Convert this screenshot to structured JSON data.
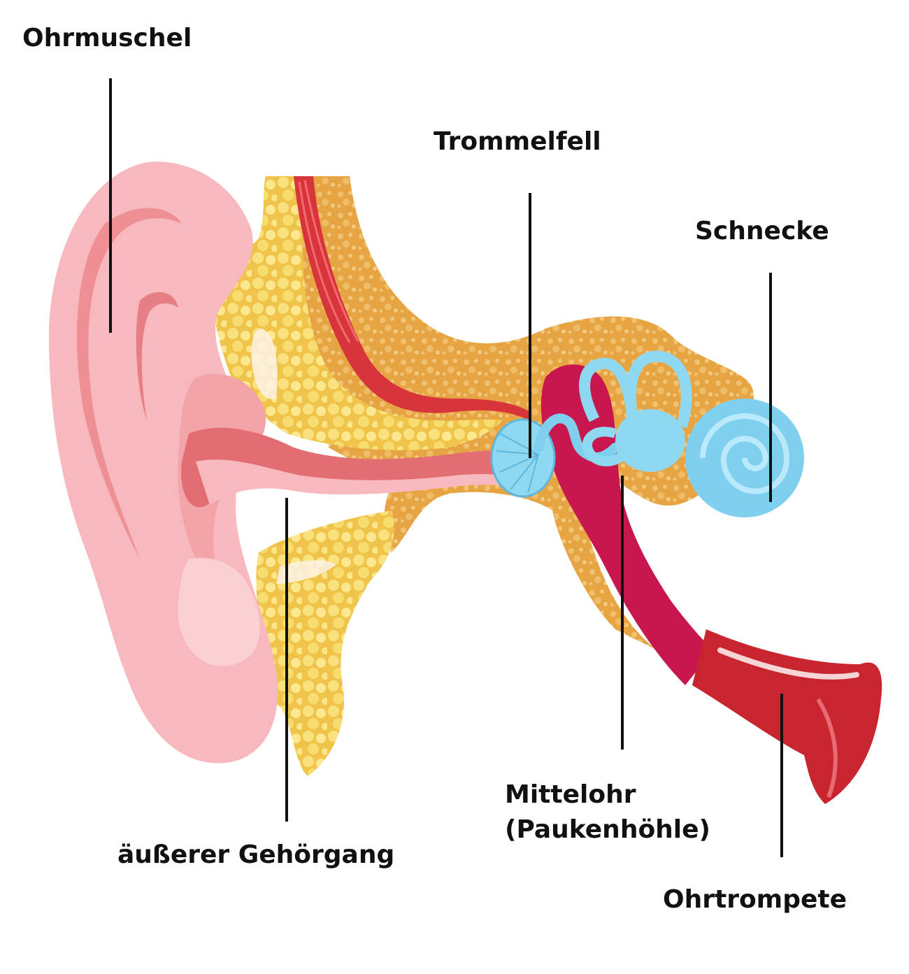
{
  "labels": {
    "pinna": "Ohrmuschel",
    "eardrum": "Trommelfell",
    "cochlea": "Schnecke",
    "ear_canal": "äußerer Gehörgang",
    "middle_ear_line1": "Mittelohr",
    "middle_ear_line2": "(Paukenhöhle)",
    "eustachian_tube": "Ohrtrompete"
  },
  "colors": {
    "pinna_skin": "#f7b9bd",
    "pinna_fold": "#ee8f94",
    "canal_red": "#e26d72",
    "fat_yellow": "#f3d160",
    "bone_orange": "#e8a94a",
    "muscle_red": "#d8343c",
    "tympanic_cavity": "#c8174f",
    "tube_red": "#c9252e",
    "inner_ear_blue": "#7fd0ef",
    "leader_line": "#111111"
  }
}
